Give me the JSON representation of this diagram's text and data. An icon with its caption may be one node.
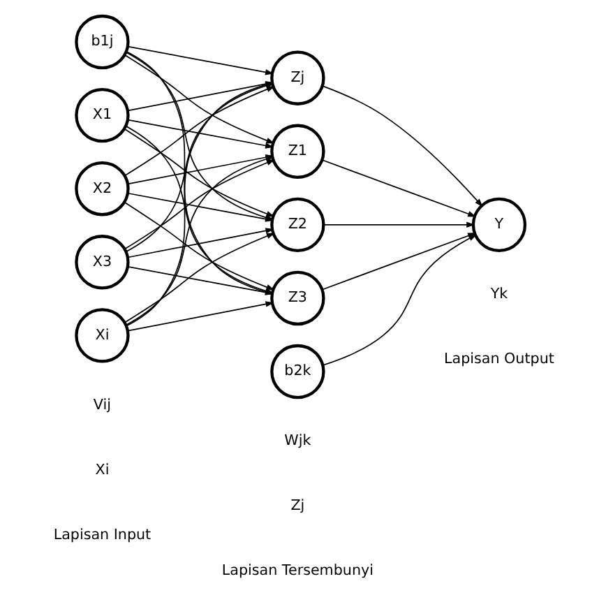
{
  "diagram": {
    "nodes": [
      {
        "text": [
          "X1"
        ]
      },
      {
        "text": [
          "X2"
        ]
      },
      {
        "text": [
          "X3"
        ]
      },
      {
        "text": [
          "Xi"
        ]
      },
      {
        "text": [
          "Z1"
        ]
      },
      {
        "text": [
          "Z2"
        ]
      },
      {
        "text": [
          "Z3"
        ]
      },
      {
        "text": [
          "Zj"
        ]
      },
      {
        "text": [
          "b1j"
        ]
      },
      {
        "text": [
          "Y"
        ]
      },
      {
        "text": [
          "b2k"
        ]
      }
    ],
    "edges": [
      {
        "from": 0,
        "to": 4,
        "arrow": "to"
      },
      {
        "from": 0,
        "to": 5,
        "arrow": "to"
      },
      {
        "from": 0,
        "to": 6,
        "arrow": "to"
      },
      {
        "from": 0,
        "to": 7,
        "arrow": "to"
      },
      {
        "from": 1,
        "to": 4,
        "arrow": "to"
      },
      {
        "from": 1,
        "to": 5,
        "arrow": "to"
      },
      {
        "from": 1,
        "to": 6,
        "arrow": "to"
      },
      {
        "from": 1,
        "to": 7,
        "arrow": "to"
      },
      {
        "from": 2,
        "to": 4,
        "arrow": "to"
      },
      {
        "from": 2,
        "to": 5,
        "arrow": "to"
      },
      {
        "from": 2,
        "to": 6,
        "arrow": "to"
      },
      {
        "from": 2,
        "to": 7,
        "arrow": "to"
      },
      {
        "from": 3,
        "to": 4,
        "arrow": "to"
      },
      {
        "from": 3,
        "to": 5,
        "arrow": "to"
      },
      {
        "from": 3,
        "to": 6,
        "arrow": "to"
      },
      {
        "from": 3,
        "to": 7,
        "arrow": "to"
      },
      {
        "from": 8,
        "to": 4,
        "arrow": "to"
      },
      {
        "from": 8,
        "to": 5,
        "arrow": "to"
      },
      {
        "from": 8,
        "to": 6,
        "arrow": "to"
      },
      {
        "from": 8,
        "to": 7,
        "arrow": "to"
      },
      {
        "from": 4,
        "to": 9,
        "arrow": "to"
      },
      {
        "from": 5,
        "to": 9,
        "arrow": "to"
      },
      {
        "from": 6,
        "to": 9,
        "arrow": "to"
      },
      {
        "from": 7,
        "to": 9,
        "arrow": "to"
      },
      {
        "from": 10,
        "to": 9,
        "arrow": "to"
      }
    ],
    "labels": [
      "Lapisan Input",
      "Lapisan Tersembunyi",
      "Xi",
      "Zj",
      "Vij",
      "Wjk",
      "Lapisan Output",
      "Yk"
    ]
  }
}
